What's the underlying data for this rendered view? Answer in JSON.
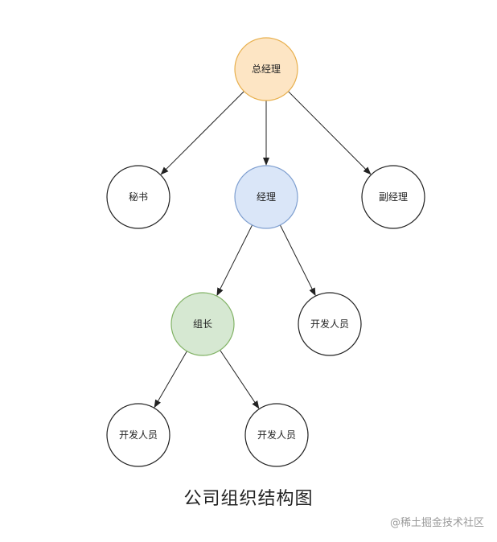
{
  "diagram": {
    "caption": "公司组织结构图",
    "nodes": [
      {
        "id": "gm",
        "label": "总经理",
        "fill": "#fde5c4",
        "stroke": "#e8b04e"
      },
      {
        "id": "secretary",
        "label": "秘书",
        "fill": "#ffffff",
        "stroke": "#222222"
      },
      {
        "id": "manager",
        "label": "经理",
        "fill": "#dae6f8",
        "stroke": "#7f9fd0"
      },
      {
        "id": "vgm",
        "label": "副经理",
        "fill": "#ffffff",
        "stroke": "#222222"
      },
      {
        "id": "lead",
        "label": "组长",
        "fill": "#d6e8d2",
        "stroke": "#82b366"
      },
      {
        "id": "dev1",
        "label": "开发人员",
        "fill": "#ffffff",
        "stroke": "#222222"
      },
      {
        "id": "dev2",
        "label": "开发人员",
        "fill": "#ffffff",
        "stroke": "#222222"
      },
      {
        "id": "dev3",
        "label": "开发人员",
        "fill": "#ffffff",
        "stroke": "#222222"
      }
    ],
    "edges": [
      {
        "from": "gm",
        "to": "secretary"
      },
      {
        "from": "gm",
        "to": "manager"
      },
      {
        "from": "gm",
        "to": "vgm"
      },
      {
        "from": "manager",
        "to": "lead"
      },
      {
        "from": "manager",
        "to": "dev1"
      },
      {
        "from": "lead",
        "to": "dev2"
      },
      {
        "from": "lead",
        "to": "dev3"
      }
    ]
  },
  "watermark": "@稀土掘金技术社区"
}
